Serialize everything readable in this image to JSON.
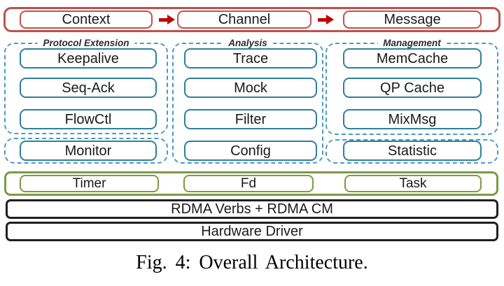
{
  "flow": {
    "items": [
      "Context",
      "Channel",
      "Message"
    ]
  },
  "groups": [
    {
      "label": "Protocol Extension",
      "boxes": [
        "Keepalive",
        "Seq-Ack",
        "FlowCtl"
      ]
    },
    {
      "label": "Analysis",
      "boxes": [
        "Trace",
        "Mock",
        "Filter"
      ]
    },
    {
      "label": "Management",
      "boxes": [
        "MemCache",
        "QP Cache",
        "MixMsg"
      ]
    }
  ],
  "service_row": [
    "Monitor",
    "Config",
    "Statistic"
  ],
  "event_row": [
    "Timer",
    "Fd",
    "Task"
  ],
  "layers": [
    "RDMA Verbs + RDMA CM",
    "Hardware Driver"
  ],
  "caption": "Fig. 4: Overall Architecture.",
  "colors": {
    "red_border": "#C0504D",
    "arrow_red": "#C00000",
    "teal_solid": "#2E8098",
    "teal_dashed": "#4A9CBD",
    "green": "#7C9A44",
    "black": "#1F1F1F"
  }
}
